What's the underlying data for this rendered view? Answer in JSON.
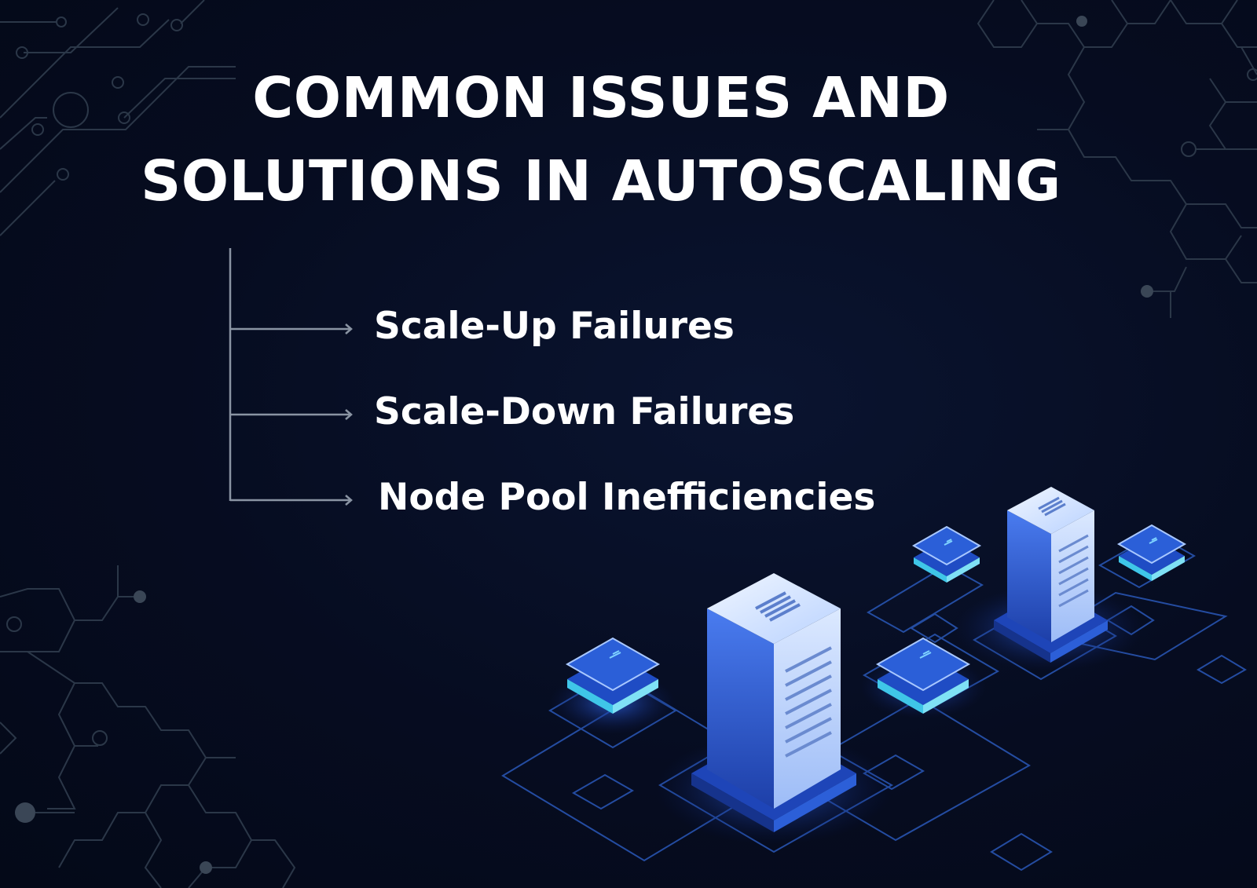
{
  "title": {
    "line1": "COMMON ISSUES AND",
    "line2": "SOLUTIONS IN AUTOSCALING"
  },
  "issues": [
    {
      "label": "Scale-Up Failures"
    },
    {
      "label": "Scale-Down Failures"
    },
    {
      "label": "Node Pool Inefficiencies"
    }
  ],
  "colors": {
    "background": "#050b1d",
    "text": "#ffffff",
    "circuit": "#2d3a4b",
    "server_blue": "#2f63d6",
    "server_light": "#a9c8ff",
    "glow": "#4fb8ff"
  },
  "icons": [
    "circuit-pattern",
    "server-tower-icon",
    "network-chip-icon"
  ]
}
